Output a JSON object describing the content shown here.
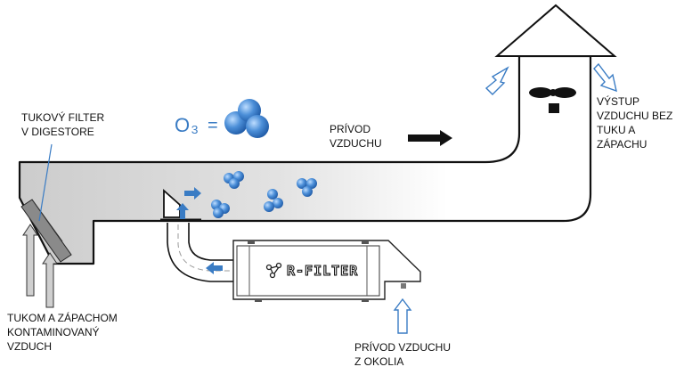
{
  "labels": {
    "grease_filter": "TUKOVÝ FILTER\nV DIGESTORE",
    "air_supply": "PRÍVOD\nVZDUCHU",
    "exhaust": "VÝSTUP\nVZDUCHU BEZ\nTUKU A\nZÁPACHU",
    "contaminated_air": "TUKOM A ZÁPACHOM\nKONTAMINOVANÝ\nVZDUCH",
    "ambient_air": "PRÍVOD VZDUCHU\nZ OKOLIA"
  },
  "ozone": {
    "formula": "O₃",
    "equals": "="
  },
  "device": {
    "brand": "R-FILTER"
  },
  "colors": {
    "duct_fill": "#d6d6d6",
    "outline": "#111111",
    "accent_blue": "#3a7cc4",
    "arrow_gray": "#cfcfcf"
  }
}
